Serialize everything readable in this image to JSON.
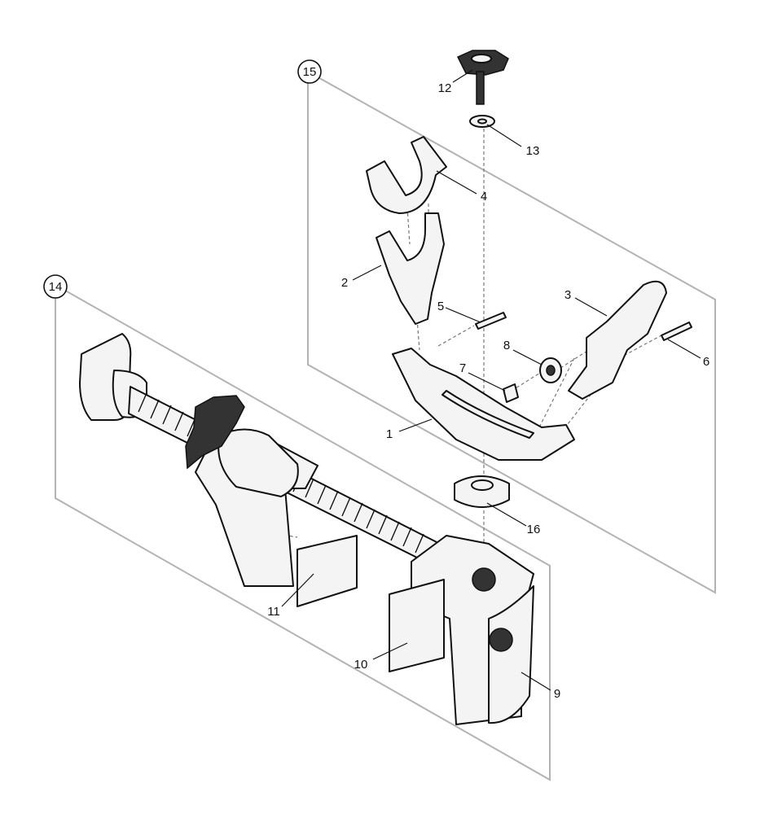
{
  "diagram": {
    "assembly_labels": [
      "14",
      "15"
    ],
    "part_labels": [
      "1",
      "2",
      "3",
      "4",
      "5",
      "6",
      "7",
      "8",
      "9",
      "10",
      "11",
      "12",
      "13",
      "16"
    ]
  }
}
